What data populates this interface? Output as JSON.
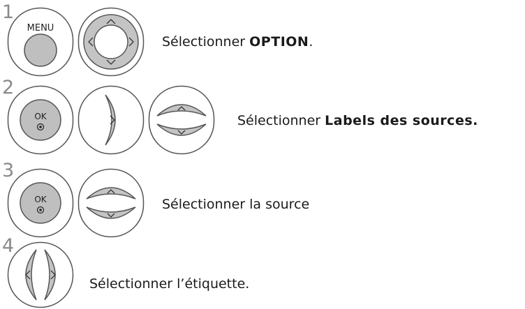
{
  "steps": [
    {
      "number": "1",
      "prefix": "Sélectionner ",
      "bold": "OPTION",
      "suffix": ".",
      "menu_label": "MENU"
    },
    {
      "number": "2",
      "prefix": "Sélectionner ",
      "bold": "Labels des sources.",
      "suffix": "",
      "ok_label": "OK"
    },
    {
      "number": "3",
      "prefix": "Sélectionner la source",
      "bold": "",
      "suffix": "",
      "ok_label": "OK"
    },
    {
      "number": "4",
      "prefix": "Sélectionner l’étiquette.",
      "bold": "",
      "suffix": ""
    }
  ]
}
